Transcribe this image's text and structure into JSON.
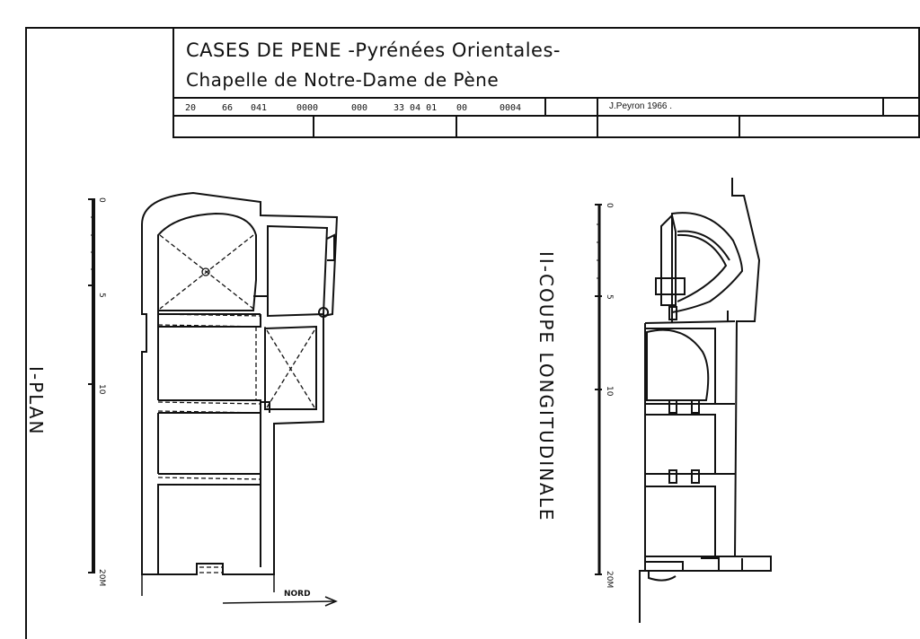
{
  "title_block": {
    "line1": "CASES  DE  PENE -Pyrénées Orientales-",
    "line2": "Chapelle  de  Notre-Dame  de  Pène",
    "codes": [
      "20",
      "66",
      "041",
      "0000",
      "000",
      "33  04  01",
      "00",
      "0004"
    ],
    "author": "J.Peyron  1966 ."
  },
  "plan": {
    "label": "I-PLAN",
    "scale_ticks": [
      "0",
      "5",
      "10",
      "20M"
    ],
    "north_label": "NORD"
  },
  "section": {
    "label": "II-COUPE  LONGITUDINALE",
    "scale_ticks": [
      "0",
      "5",
      "10",
      "20M"
    ]
  }
}
